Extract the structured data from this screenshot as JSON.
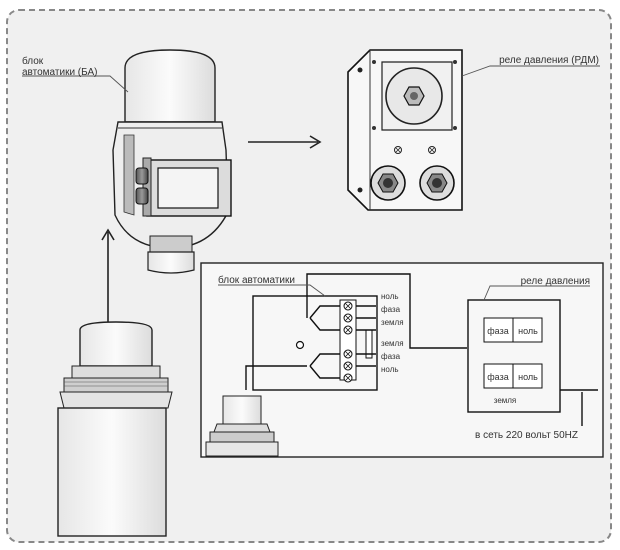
{
  "labels": {
    "control_unit_top_line1": "блок",
    "control_unit_top_line2": "автоматики (БА)",
    "pressure_relay_top": "реле давления (РДМ)",
    "control_unit_inset": "блок автоматики",
    "pressure_relay_inset": "реле давления",
    "mains_note": "в сеть 220 вольт 50HZ"
  },
  "terminals": {
    "left_top": [
      "ноль",
      "фаза",
      "земля"
    ],
    "ground_right": "земля",
    "left_bottom": [
      "фаза",
      "ноль"
    ]
  },
  "relay_box": {
    "top": [
      "фаза",
      "ноль"
    ],
    "bottom": [
      "фаза",
      "ноль"
    ],
    "ground": "земля"
  }
}
